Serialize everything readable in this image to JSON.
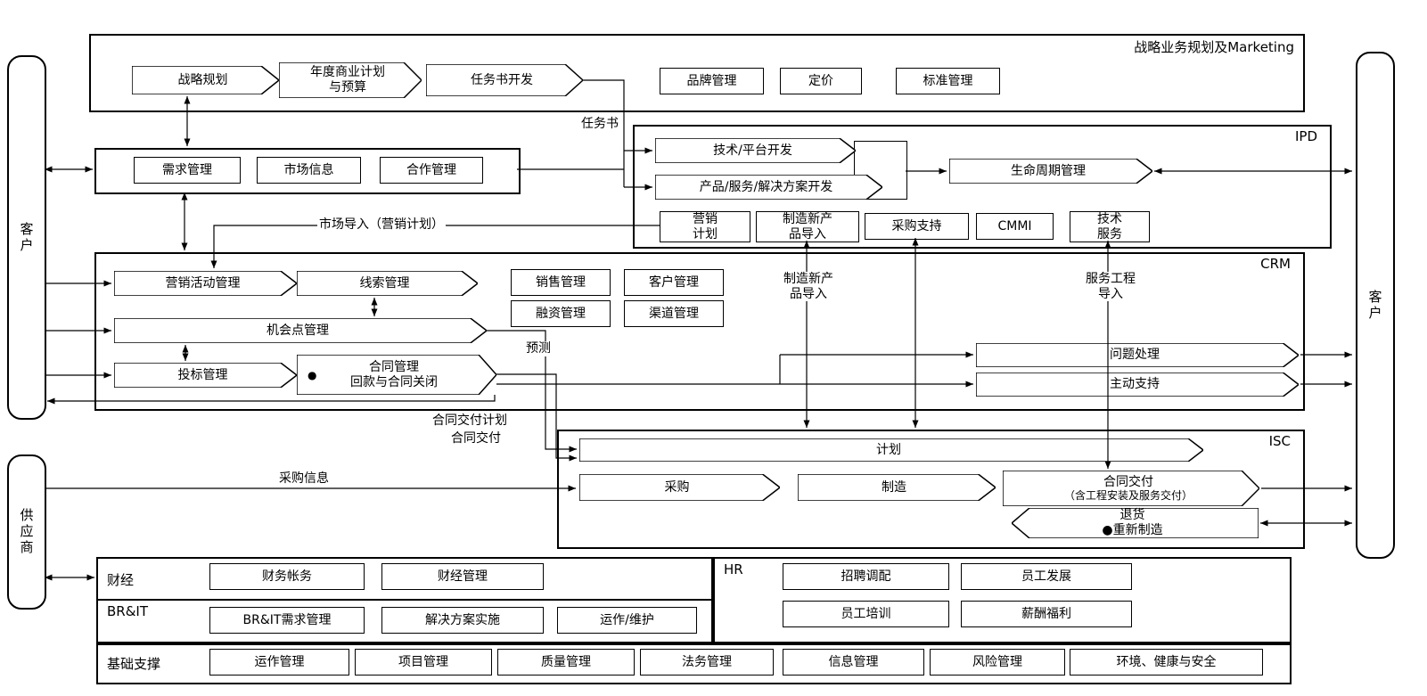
{
  "sides": {
    "customer_left": "客户",
    "supplier": "供应商",
    "customer_right": "客户"
  },
  "strategy": {
    "title": "战略业务规划及Marketing",
    "strategic_planning": "战略规划",
    "annual_plan_line1": "年度商业计划",
    "annual_plan_line2": "与预算",
    "charter_dev": "任务书开发",
    "brand": "品牌管理",
    "pricing": "定价",
    "standards": "标准管理"
  },
  "requirements": {
    "req": "需求管理",
    "market_info": "市场信息",
    "cooperation": "合作管理"
  },
  "ipd": {
    "title": "IPD",
    "tech_platform": "技术/平台开发",
    "product_dev": "产品/服务/解决方案开发",
    "lifecycle": "生命周期管理",
    "marketing_plan_l1": "营销",
    "marketing_plan_l2": "计划",
    "npi_l1": "制造新产",
    "npi_l2": "品导入",
    "procurement_support": "采购支持",
    "cmmi": "CMMI",
    "tech_service_l1": "技术",
    "tech_service_l2": "服务"
  },
  "crm": {
    "title": "CRM",
    "marketing_activity": "营销活动管理",
    "leads": "线索管理",
    "sales": "销售管理",
    "customer_mgmt": "客户管理",
    "financing": "融资管理",
    "channel": "渠道管理",
    "opportunity": "机会点管理",
    "bidding": "投标管理",
    "contract_l1": "合同管理",
    "contract_l2": "回款与合同关闭",
    "contract_bullet": "●",
    "problem": "问题处理",
    "proactive": "主动支持",
    "npi_label_l1": "制造新产",
    "npi_label_l2": "品导入",
    "service_eng_l1": "服务工程",
    "service_eng_l2": "导入"
  },
  "isc": {
    "title": "ISC",
    "planning": "计划",
    "procurement": "采购",
    "manufacturing": "制造",
    "delivery_l1": "合同交付",
    "delivery_l2": "（含工程安装及服务交付）",
    "returns_l1": "退货",
    "returns_l2": "●重新制造"
  },
  "flow_labels": {
    "charter": "任务书",
    "market_intro": "市场导入（营销计划）",
    "forecast": "预测",
    "delivery_plan": "合同交付计划",
    "delivery": "合同交付",
    "procurement_info": "采购信息"
  },
  "finance": {
    "label": "财经",
    "accounting": "财务帐务",
    "mgmt": "财经管理"
  },
  "brit": {
    "label": "BR&IT",
    "req": "BR&IT需求管理",
    "impl": "解决方案实施",
    "ops": "运作/维护"
  },
  "hr": {
    "label": "HR",
    "recruiting": "招聘调配",
    "development": "员工发展",
    "training": "员工培训",
    "compensation": "薪酬福利"
  },
  "base": {
    "label": "基础支撑",
    "items": [
      "运作管理",
      "项目管理",
      "质量管理",
      "法务管理",
      "信息管理",
      "风险管理",
      "环境、健康与安全"
    ]
  }
}
